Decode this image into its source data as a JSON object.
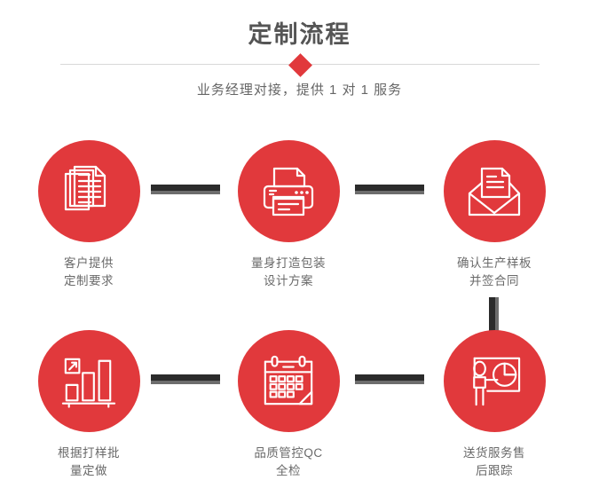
{
  "header": {
    "title": "定制流程",
    "subtitle": "业务经理对接，提供 1 对 1 服务",
    "divider_icon": "red-diamond-icon"
  },
  "theme": {
    "accent_red": "#e1393c",
    "title_gray": "#555555",
    "label_gray": "#6a6a6a",
    "connector_dark": "#2b2b2b",
    "connector_shadow": "#6d6d6d",
    "rule_gray": "#d8d8d8",
    "background": "#ffffff"
  },
  "steps": [
    {
      "index": 1,
      "icon": "documents-stack-icon",
      "label": "客户提供\n定制要求"
    },
    {
      "index": 2,
      "icon": "printer-icon",
      "label": "量身打造包装\n设计方案"
    },
    {
      "index": 3,
      "icon": "envelope-mail-icon",
      "label": "确认生产样板\n并签合同"
    },
    {
      "index": 4,
      "icon": "bar-chart-growth-icon",
      "label": "根据打样批\n量定做"
    },
    {
      "index": 5,
      "icon": "calendar-icon",
      "label": "品质管控QC\n全检"
    },
    {
      "index": 6,
      "icon": "presentation-pie-chart-icon",
      "label": "送货服务售\n后跟踪"
    }
  ],
  "connectors": [
    {
      "id": "connector-1-2",
      "orientation": "horizontal"
    },
    {
      "id": "connector-2-3",
      "orientation": "horizontal"
    },
    {
      "id": "connector-3-6",
      "orientation": "vertical"
    },
    {
      "id": "connector-4-5",
      "orientation": "horizontal"
    },
    {
      "id": "connector-5-6",
      "orientation": "horizontal"
    }
  ]
}
